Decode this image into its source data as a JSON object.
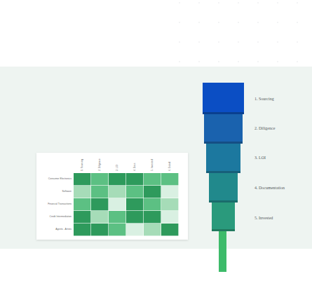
{
  "diagram": {
    "labels": [
      "1. Sourcing",
      "2. Diligence",
      "3. LOI",
      "4. Docs",
      "5. Invested",
      "6. Exited",
      "Consumer Electronics",
      "Software",
      "Financial Transactions",
      "Credit Intermediation",
      "Agents - Artists",
      "1. Sourcing",
      "2. Diligence",
      "3. LOI",
      "4. Documentation",
      "5. Invested"
    ]
  }
}
